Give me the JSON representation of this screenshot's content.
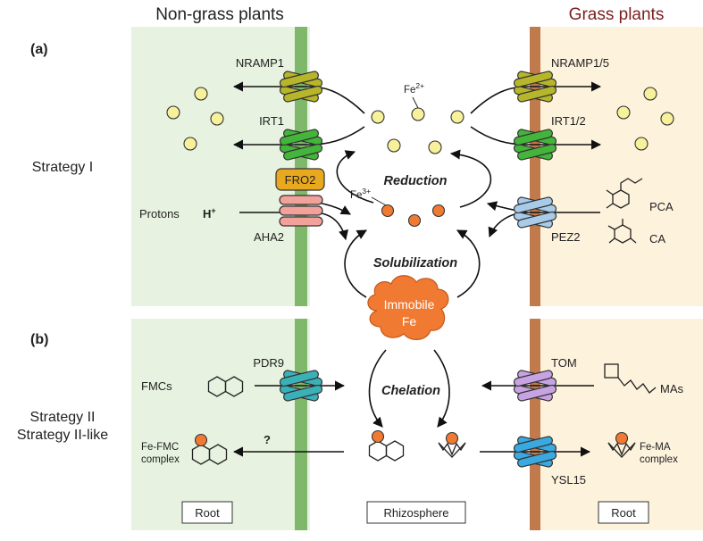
{
  "headers": {
    "left": "Non-grass plants",
    "right": "Grass plants"
  },
  "colors": {
    "left_bg": "#e7f2e0",
    "right_bg": "#fdf2dc",
    "left_membrane": "#7fb86a",
    "right_membrane": "#c07a4b",
    "right_header": "#7a1f1f",
    "fe2": "#f6f19a",
    "fe3": "#f07a32",
    "nramp": "#b7b62a",
    "irt": "#43b53a",
    "fro2": "#e8a91e",
    "aha2": "#f2a19b",
    "pez2": "#a8cbe9",
    "pdr9": "#3ab1b8",
    "tom": "#c7a3e3",
    "ysl15": "#39a9e0",
    "immobile_fe": "#f07a32"
  },
  "panels": {
    "a": "(a)",
    "b": "(b)"
  },
  "strategies": {
    "one": "Strategy I",
    "two": "Strategy II",
    "two_like": "Strategy II-like"
  },
  "transporters": {
    "nramp1": "NRAMP1",
    "irt1": "IRT1",
    "fro2": "FRO2",
    "aha2": "AHA2",
    "nramp15": "NRAMP1/5",
    "irt12": "IRT1/2",
    "pez2": "PEZ2",
    "pdr9": "PDR9",
    "tom": "TOM",
    "ysl15": "YSL15"
  },
  "labels": {
    "protons": "Protons",
    "h": "H",
    "h_sup": "+",
    "fe_2_base": "Fe",
    "fe_2_sup": "2+",
    "fe_3_base": "Fe",
    "fe_3_sup": "3+",
    "pca": "PCA",
    "ca": "CA",
    "fmcs": "FMCs",
    "fe_fmc_1": "Fe-FMC",
    "fe_fmc_2": "complex",
    "question": "?",
    "mas": "MAs",
    "fe_ma_1": "Fe-MA",
    "fe_ma_2": "complex"
  },
  "processes": {
    "reduction": "Reduction",
    "solubilization": "Solubilization",
    "chelation": "Chelation"
  },
  "immobile": {
    "line1": "Immobile",
    "line2": "Fe"
  },
  "boxes": {
    "root_left": "Root",
    "rhizosphere": "Rhizosphere",
    "root_right": "Root"
  }
}
